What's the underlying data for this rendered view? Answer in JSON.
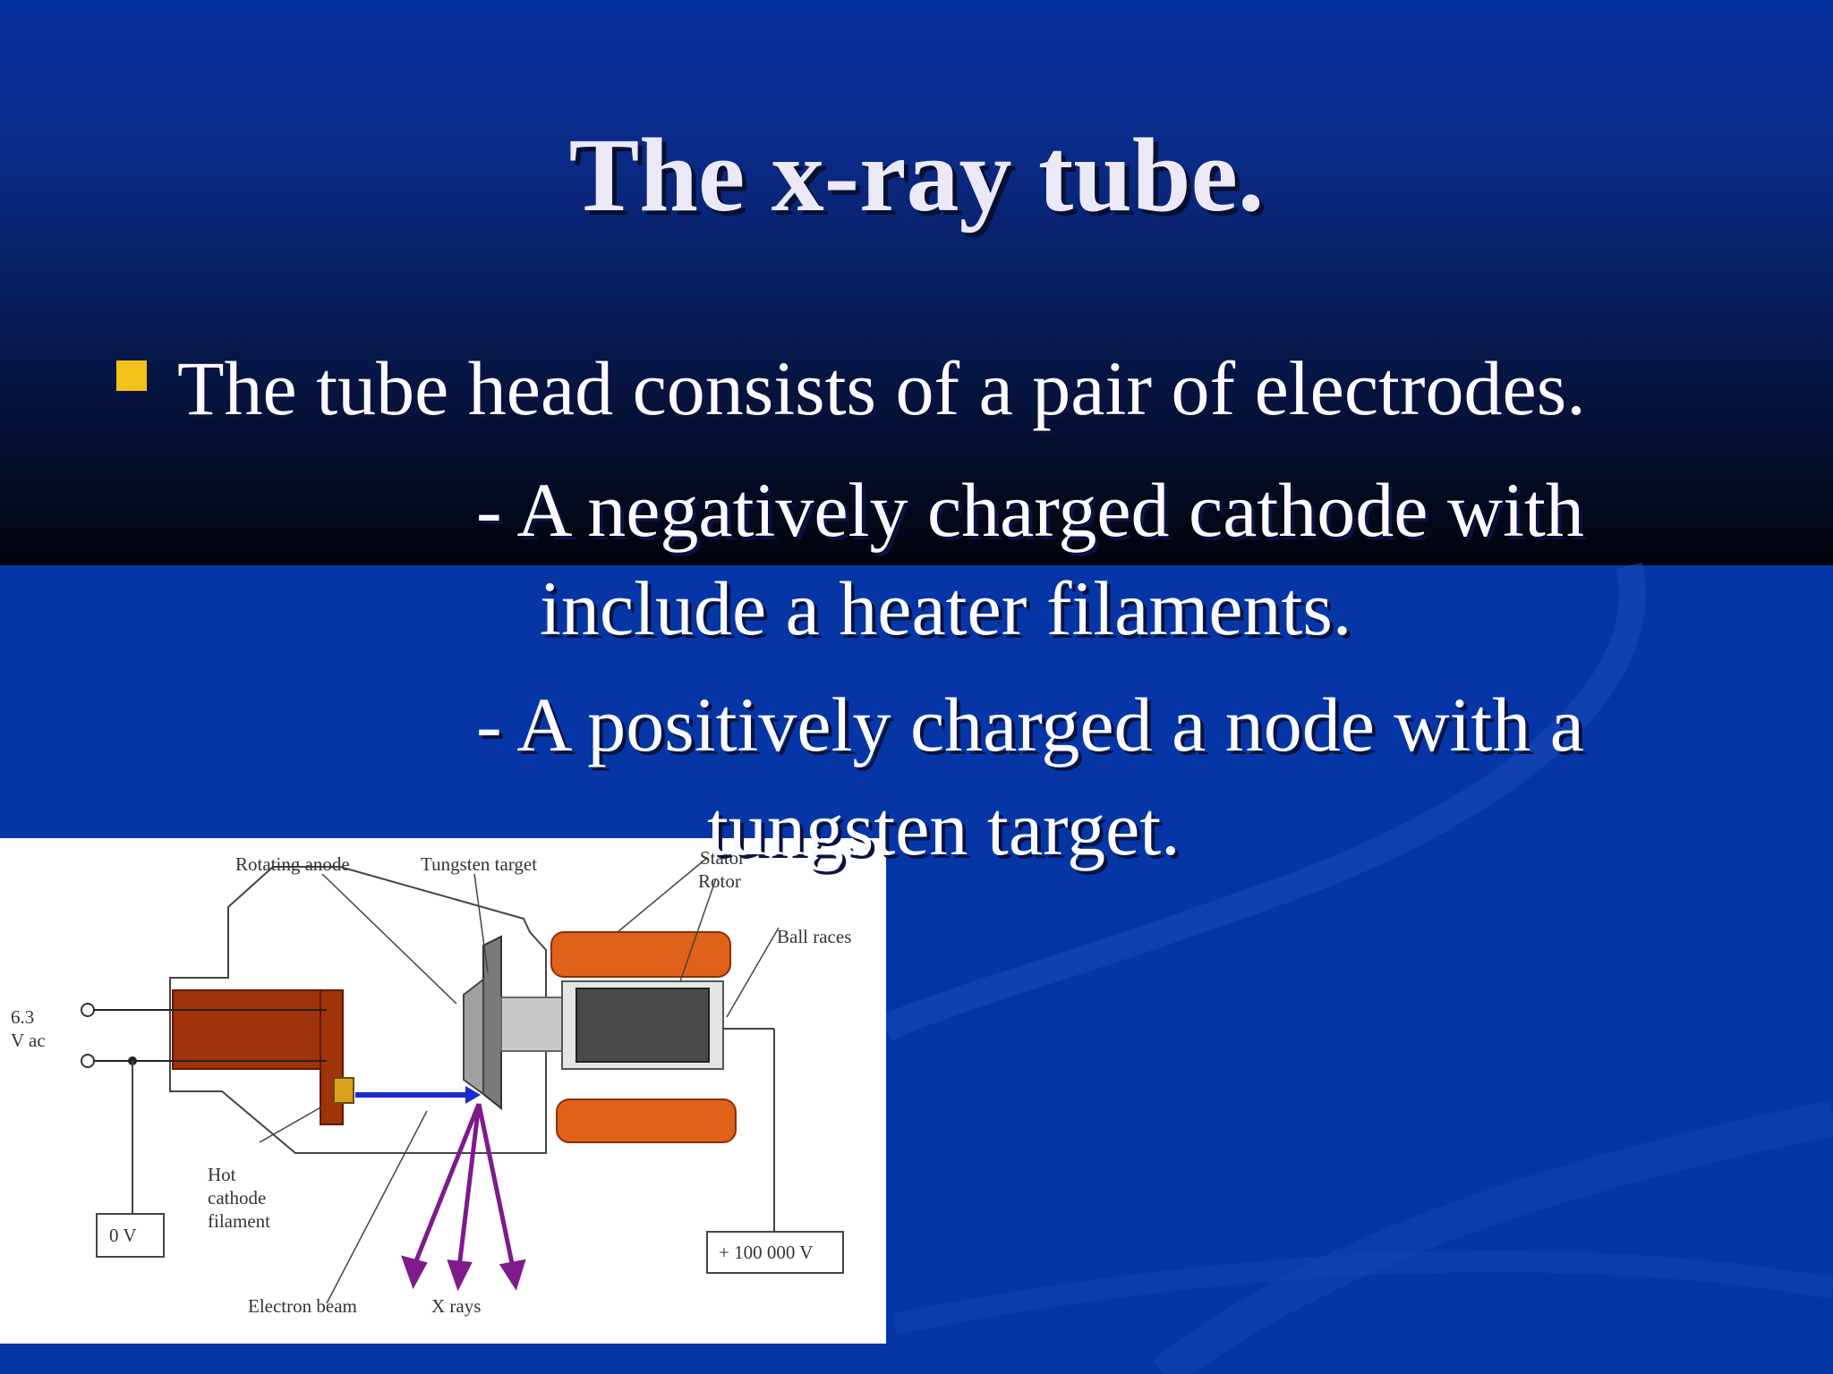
{
  "slide": {
    "title": "The x-ray tube.",
    "bullet": "The tube head consists of a pair of electrodes.",
    "sub_lines": [
      "- A negatively charged cathode with",
      "include a heater filaments.",
      "- A positively charged a node with  a",
      "tungsten target."
    ]
  },
  "figure": {
    "labels": {
      "rotating_anode": "Rotating anode",
      "tungsten_target": "Tungsten target",
      "stator": "Stator",
      "rotor": "Rotor",
      "ball_races": "Ball races",
      "voltage_ac_1": "6.3",
      "voltage_ac_2": "V ac",
      "hot_cathode_1": "Hot",
      "hot_cathode_2": "cathode",
      "hot_cathode_3": "filament",
      "zero_volts": "0 V",
      "high_voltage": "+ 100 000 V",
      "electron_beam": "Electron beam",
      "x_rays": "X rays"
    }
  },
  "colors": {
    "bullet": "#f3c21a",
    "background": "#0636a6",
    "text": "#fbfbff"
  }
}
